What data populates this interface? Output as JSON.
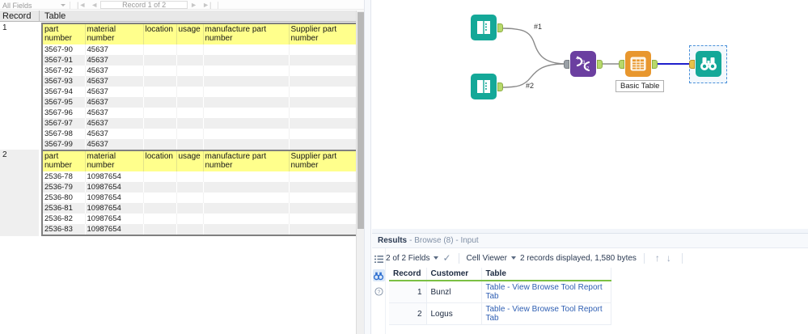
{
  "record_nav": {
    "field_selector": "All Fields",
    "record_indicator": "Record 1 of 2",
    "first_icon": "first-record-icon",
    "prev_icon": "previous-record-icon",
    "next_icon": "next-record-icon",
    "last_icon": "last-record-icon"
  },
  "report": {
    "col_record": "Record",
    "col_table": "Table",
    "table_columns": [
      "part\nnumber",
      "material\nnumber",
      "location",
      "usage",
      "manufacture part\nnumber",
      "Supplier part\nnumber"
    ],
    "records": [
      {
        "index": "1",
        "rows": [
          [
            "3567-90",
            "45637",
            "",
            "",
            "",
            ""
          ],
          [
            "3567-91",
            "45637",
            "",
            "",
            "",
            ""
          ],
          [
            "3567-92",
            "45637",
            "",
            "",
            "",
            ""
          ],
          [
            "3567-93",
            "45637",
            "",
            "",
            "",
            ""
          ],
          [
            "3567-94",
            "45637",
            "",
            "",
            "",
            ""
          ],
          [
            "3567-95",
            "45637",
            "",
            "",
            "",
            ""
          ],
          [
            "3567-96",
            "45637",
            "",
            "",
            "",
            ""
          ],
          [
            "3567-97",
            "45637",
            "",
            "",
            "",
            ""
          ],
          [
            "3567-98",
            "45637",
            "",
            "",
            "",
            ""
          ],
          [
            "3567-99",
            "45637",
            "",
            "",
            "",
            ""
          ]
        ]
      },
      {
        "index": "2",
        "rows": [
          [
            "2536-78",
            "10987654",
            "",
            "",
            "",
            ""
          ],
          [
            "2536-79",
            "10987654",
            "",
            "",
            "",
            ""
          ],
          [
            "2536-80",
            "10987654",
            "",
            "",
            "",
            ""
          ],
          [
            "2536-81",
            "10987654",
            "",
            "",
            "",
            ""
          ],
          [
            "2536-82",
            "10987654",
            "",
            "",
            "",
            ""
          ],
          [
            "2536-83",
            "10987654",
            "",
            "",
            "",
            ""
          ]
        ]
      }
    ]
  },
  "canvas": {
    "tools": [
      {
        "id": "input-1",
        "icon": "input-data-icon",
        "label": ""
      },
      {
        "id": "input-2",
        "icon": "input-data-icon",
        "label": ""
      },
      {
        "id": "union",
        "icon": "union-tool-icon",
        "label": ""
      },
      {
        "id": "basic-table",
        "icon": "table-tool-icon",
        "label": "Basic Table"
      },
      {
        "id": "browse",
        "icon": "browse-tool-icon",
        "label": ""
      }
    ],
    "connection_labels": [
      "#1",
      "#2"
    ],
    "colors": {
      "input_teal": "#14a898",
      "union_purple": "#6b3fa0",
      "table_orange": "#e8972e",
      "browse_teal": "#14a898",
      "anchor_green": "#b7d96b",
      "selected_link": "#2020cc",
      "selection_border": "#4a90d9"
    }
  },
  "results": {
    "title_main": "Results",
    "title_sub": "- Browse (8) - Input",
    "sidebar_icons": [
      "fields-list-icon",
      "browse-icon",
      "help-icon"
    ],
    "fields_label": "2 of 2 Fields",
    "view_mode": "Cell Viewer",
    "record_status": "2 records displayed, 1,580 bytes",
    "up_icon": "arrow-up-icon",
    "down_icon": "arrow-down-icon",
    "check_icon": "check-icon",
    "columns": [
      "Record",
      "Customer",
      "Table"
    ],
    "rows": [
      {
        "record": "1",
        "customer": "Bunzl",
        "table": "Table - View Browse Tool Report Tab"
      },
      {
        "record": "2",
        "customer": "Logus",
        "table": "Table - View Browse Tool Report Tab"
      }
    ],
    "accent_underline": "#7bc043",
    "link_color": "#2f5fb3"
  }
}
